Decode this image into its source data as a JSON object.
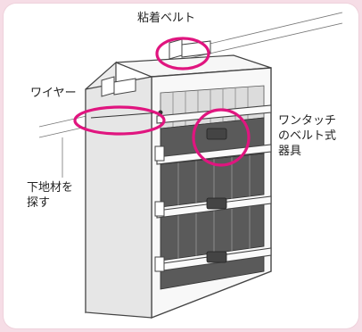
{
  "labels": {
    "adhesive_belt": "粘着ベルト",
    "wire": "ワイヤー",
    "find_base": [
      "下地材を",
      "探す"
    ],
    "one_touch": [
      "ワンタッチ",
      "のベルト式",
      "器具"
    ]
  },
  "colors": {
    "highlight": "#e0157f",
    "line": "#555555",
    "cabinet_fill": "#f2f2f2",
    "shelf_dark": "#555555",
    "frame_bg": "#f6dde6"
  }
}
